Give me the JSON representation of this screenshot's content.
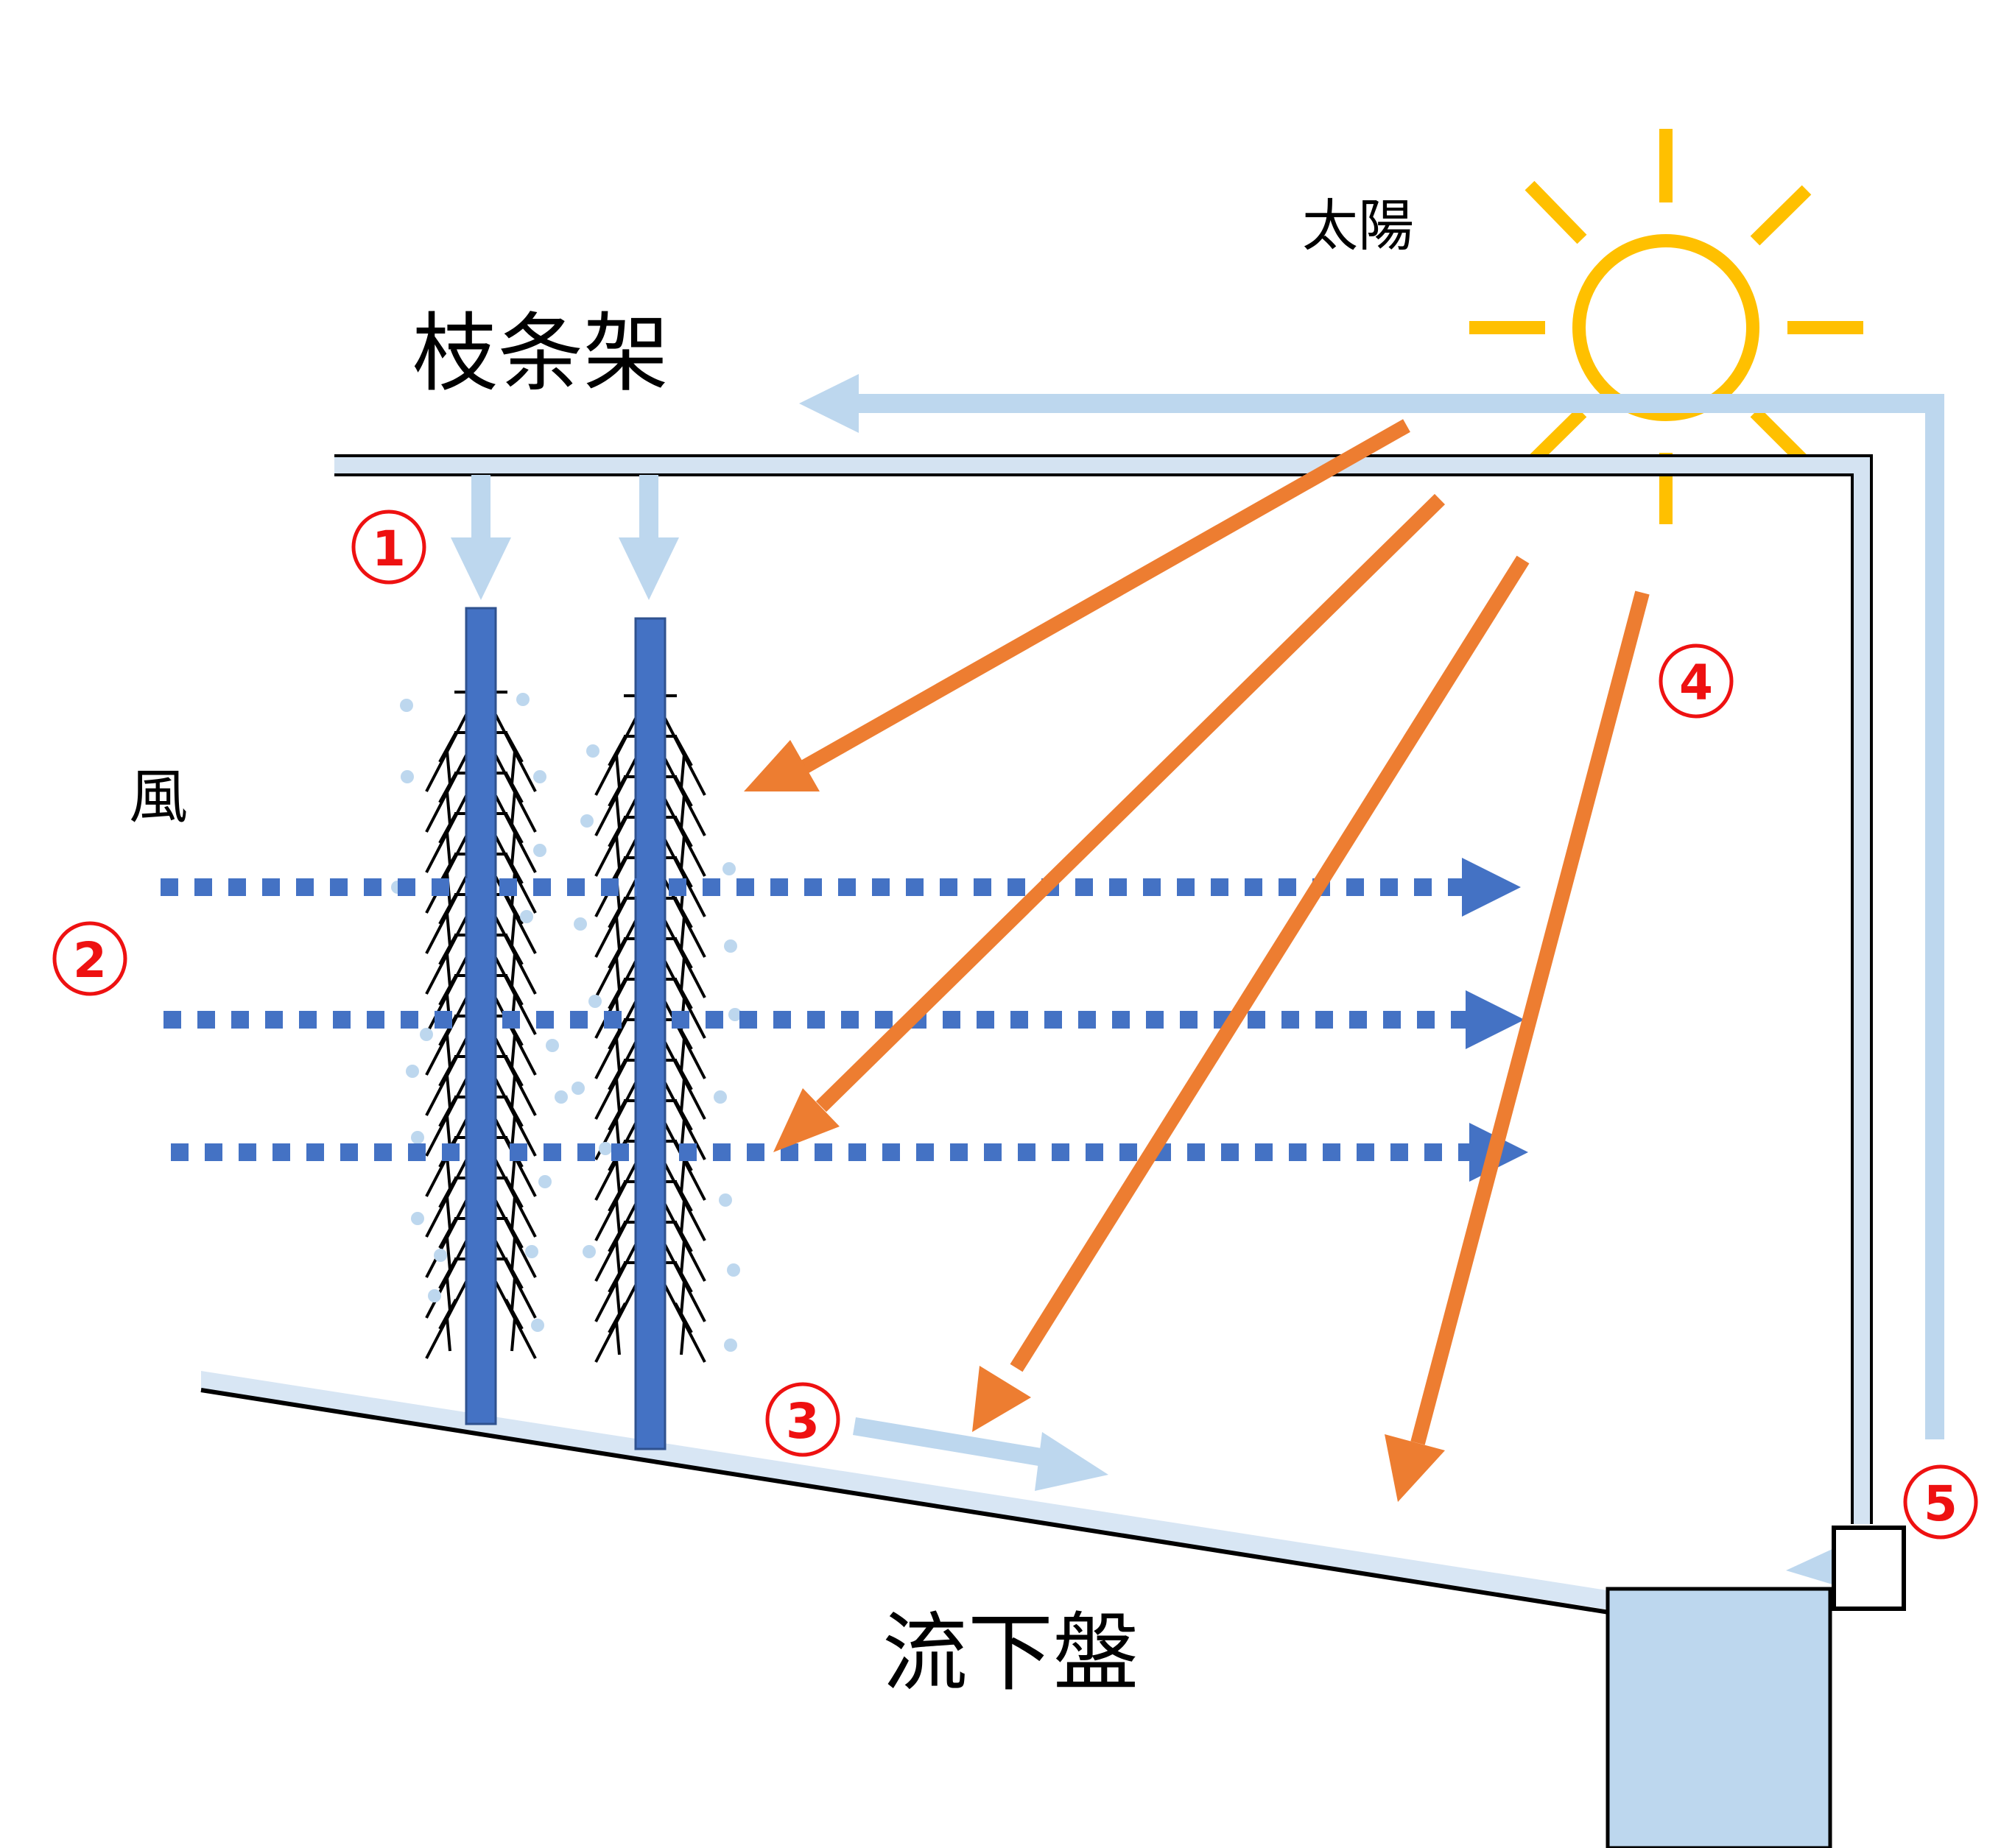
{
  "labels": {
    "sun": "太陽",
    "frame": "枝条架",
    "wind": "風",
    "tray": "流下盤"
  },
  "markers": [
    "1",
    "2",
    "3",
    "4",
    "5"
  ],
  "colors": {
    "water": "#bdd7ee",
    "pillar": "#4472c4",
    "wind": "#4472c4",
    "sunlight": "#ed7d31",
    "sun": "#ffc000",
    "marker": "#ee1111"
  }
}
